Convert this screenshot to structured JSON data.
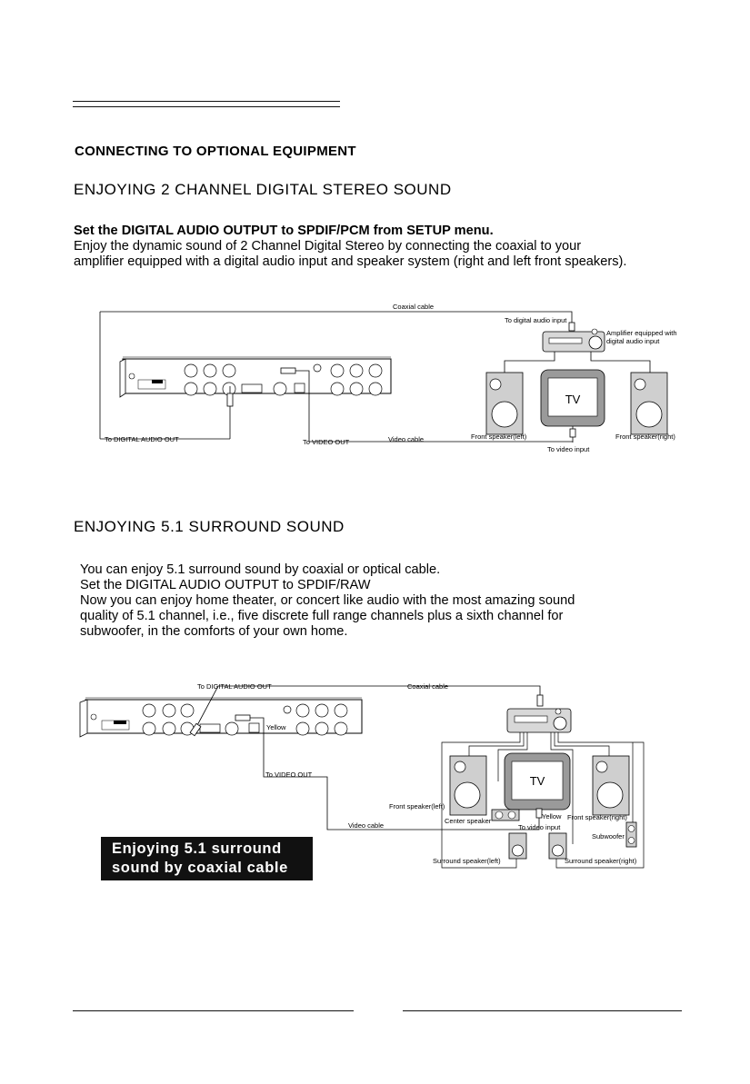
{
  "header": {
    "main_heading": "CONNECTING TO OPTIONAL EQUIPMENT"
  },
  "stereo": {
    "title": "ENJOYING 2 CHANNEL DIGITAL STEREO SOUND",
    "bold_line": "Set the DIGITAL AUDIO OUTPUT to SPDIF/PCM from SETUP menu.",
    "body_lines": [
      "Enjoy the dynamic sound of 2 Channel Digital Stereo by connecting the coaxial to your",
      "amplifier equipped with a digital audio input and speaker system (right and left front speakers)."
    ],
    "diagram": {
      "coaxial_cable": "Coaxial cable",
      "to_digital_audio_input": "To digital audio input",
      "amplifier_label_1": "Amplifier equipped with",
      "amplifier_label_2": "digital audio input",
      "tv": "TV",
      "front_left": "Front speaker(left)",
      "front_right": "Front speaker(right)",
      "to_video_input": "To video input",
      "to_digital_audio_out": "To DIGITAL AUDIO OUT",
      "to_video_out": "To VIDEO OUT",
      "video_cable": "Video cable"
    }
  },
  "surround": {
    "title": "ENJOYING 5.1 SURROUND SOUND",
    "body_lines": [
      "You can enjoy 5.1 surround sound by coaxial or optical cable.",
      "Set the DIGITAL AUDIO OUTPUT to SPDIF/RAW",
      "Now you can enjoy home theater, or concert like audio with the most amazing sound",
      "quality of 5.1 channel, i.e., five discrete full range  channels plus a sixth channel for",
      "subwoofer, in the comforts of your own home."
    ],
    "diagram": {
      "to_digital_audio_out": "To DIGITAL AUDIO OUT",
      "coaxial_cable": "Coaxial cable",
      "yellow": "Yellow",
      "yellow_tv": "Yellow",
      "to_video_out": "To VIDEO OUT",
      "tv": "TV",
      "front_left": "Front speaker(left)",
      "front_right": "Front speaker(right)",
      "center_speaker": "Center speaker",
      "to_video_input": "To video input",
      "video_cable": "Video cable",
      "subwoofer": "Subwoofer",
      "surround_left": "Surround speaker(left)",
      "surround_right": "Surround speaker(right)"
    },
    "banner_lines": [
      "Enjoying 5.1 surround",
      "sound by coaxial cable"
    ]
  }
}
